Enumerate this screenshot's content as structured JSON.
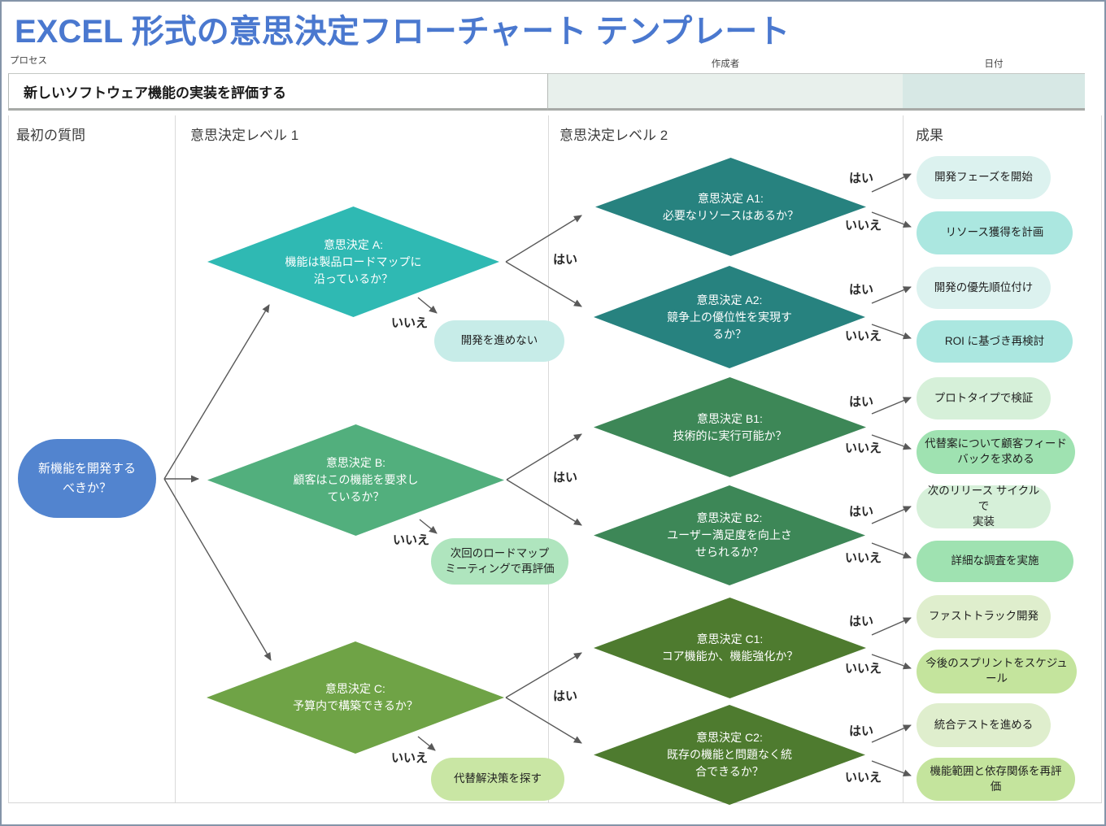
{
  "title": "EXCEL 形式の意思決定フローチャート テンプレート",
  "form": {
    "process_label": "プロセス",
    "process_value": "新しいソフトウェア機能の実装を評価する",
    "author_label": "作成者",
    "author_value": "",
    "date_label": "日付",
    "date_value": ""
  },
  "columns": {
    "q": "最初の質問",
    "l1": "意思決定レベル 1",
    "l2": "意思決定レベル 2",
    "out": "成果"
  },
  "start": "新機能を開発する\nべきか？",
  "yes": "はい",
  "no": "いいえ",
  "decisions": {
    "a": "意思決定 A:\n機能は製品ロードマップに\n沿っているか？",
    "b": "意思決定 B:\n顧客はこの機能を要求し\nているか？",
    "c": "意思決定 C:\n予算内で構築できるか？",
    "a1": "意思決定 A1:\n必要なリソースはあるか？",
    "a2": "意思決定 A2:\n競争上の優位性を実現す\nるか？",
    "b1": "意思決定 B1:\n技術的に実行可能か？",
    "b2": "意思決定 B2:\nユーザー満足度を向上さ\nせられるか？",
    "c1": "意思決定 C1:\nコア機能か、機能強化か？",
    "c2": "意思決定 C2:\n既存の機能と問題なく統\n合できるか？"
  },
  "no_results": {
    "a": "開発を進めない",
    "b": "次回のロードマップ\nミーティングで再評価",
    "c": "代替解決策を探す"
  },
  "outcomes": {
    "a1_yes": "開発フェーズを開始",
    "a1_no": "リソース獲得を計画",
    "a2_yes": "開発の優先順位付け",
    "a2_no": "ROI に基づき再検討",
    "b1_yes": "プロトタイプで検証",
    "b1_no": "代替案について顧客フィード\nバックを求める",
    "b2_yes": "次のリリース サイクルで\n実装",
    "b2_no": "詳細な調査を実施",
    "c1_yes": "ファストトラック開発",
    "c1_no": "今後のスプリントをスケジュール",
    "c2_yes": "統合テストを進める",
    "c2_no": "機能範囲と依存関係を再評価"
  },
  "colors": {
    "blue_title": "#4A78CF",
    "blue_node": "#5284CF",
    "teal": "#2FB9B3",
    "teal_dark": "#27827F",
    "green": "#52AF7D",
    "green_dark": "#3D8757",
    "olive": "#6FA346",
    "olive_dark": "#4E7B2F",
    "cap_teal_light": "#DCF2EF",
    "cap_teal_mid": "#ABE7E0",
    "cap_teal_no": "#C7ECE8",
    "cap_green_light": "#D6F0D9",
    "cap_green_mid": "#9FE2B1",
    "cap_green_no": "#AFE5BE",
    "cap_olive_light": "#DFEECD",
    "cap_olive_mid": "#C4E49D",
    "cap_olive_no": "#C9E6A4",
    "arrow": "#595959",
    "field_author": "#E8F0EC",
    "field_date": "#D7E8E5"
  }
}
